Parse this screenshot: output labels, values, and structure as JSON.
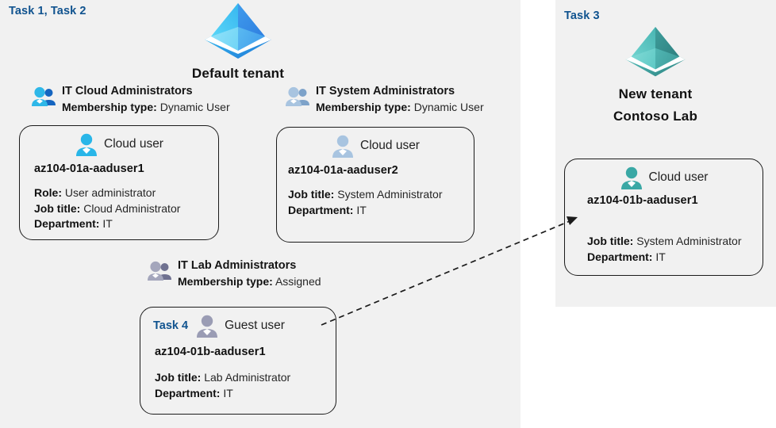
{
  "panels": {
    "left": {
      "task_label": "Task 1, Task 2"
    },
    "right": {
      "task_label": "Task 3"
    }
  },
  "tenants": [
    {
      "id": "default-tenant",
      "icon": "azure-ad-tenant-icon",
      "name": "Default tenant",
      "color": "#3b9ae8"
    },
    {
      "id": "new-tenant",
      "icon": "azure-ad-tenant-icon",
      "name_line1": "New  tenant",
      "name_line2": "Contoso Lab",
      "color": "#4bb3b0"
    }
  ],
  "groups": [
    {
      "id": "it-cloud-administrators",
      "icon": "group-users-icon",
      "name": "IT Cloud Administrators",
      "membership_label": "Membership type:",
      "membership_value": "Dynamic User",
      "color": "#29a8e0"
    },
    {
      "id": "it-system-administrators",
      "icon": "group-users-icon",
      "name": "IT System Administrators",
      "membership_label": "Membership type:",
      "membership_value": "Dynamic User",
      "color": "#a8c4e0"
    },
    {
      "id": "it-lab-administrators",
      "icon": "group-users-icon",
      "name": "IT Lab Administrators",
      "membership_label": "Membership type:",
      "membership_value": "Assigned",
      "color": "#9a9cb4"
    }
  ],
  "users": [
    {
      "id": "az104-01a-aaduser1",
      "task": "",
      "type": "Cloud user",
      "icon": "cloud-user-icon",
      "icon_color": "#29b6e8",
      "uid": "az104-01a-aaduser1",
      "attrs": [
        {
          "label": "Role:",
          "value": "User administrator"
        },
        {
          "label": "Job title:",
          "value": "Cloud Administrator"
        },
        {
          "label": "Department:",
          "value": "IT"
        }
      ]
    },
    {
      "id": "az104-01a-aaduser2",
      "task": "",
      "type": "Cloud user",
      "icon": "cloud-user-icon",
      "icon_color": "#a8c4e0",
      "uid": "az104-01a-aaduser2",
      "attrs": [
        {
          "label": "Job title:",
          "value": "System Administrator"
        },
        {
          "label": "Department:",
          "value": "IT"
        }
      ]
    },
    {
      "id": "az104-01b-aaduser1-guest",
      "task": "Task 4",
      "type": "Guest user",
      "icon": "guest-user-icon",
      "icon_color": "#9a9cb4",
      "uid": "az104-01b-aaduser1",
      "attrs": [
        {
          "label": "Job title:",
          "value": "Lab Administrator"
        },
        {
          "label": "Department:",
          "value": "IT"
        }
      ]
    },
    {
      "id": "az104-01b-aaduser1-cloud",
      "task": "",
      "type": "Cloud user",
      "icon": "cloud-user-icon",
      "icon_color": "#3aa8a5",
      "uid": "az104-01b-aaduser1",
      "attrs": [
        {
          "label": "Job title:",
          "value": "System Administrator"
        },
        {
          "label": "Department:",
          "value": "IT"
        }
      ]
    }
  ],
  "connector": {
    "id": "guest-invite-arrow",
    "style": "dashed-arrow",
    "from": "az104-01b-aaduser1-guest",
    "to": "az104-01b-aaduser1-cloud"
  },
  "colors": {
    "panel_bg": "#f1f1f1",
    "task_blue": "#10538f",
    "text": "#1a1a1a",
    "stroke": "#1b1b1b"
  }
}
